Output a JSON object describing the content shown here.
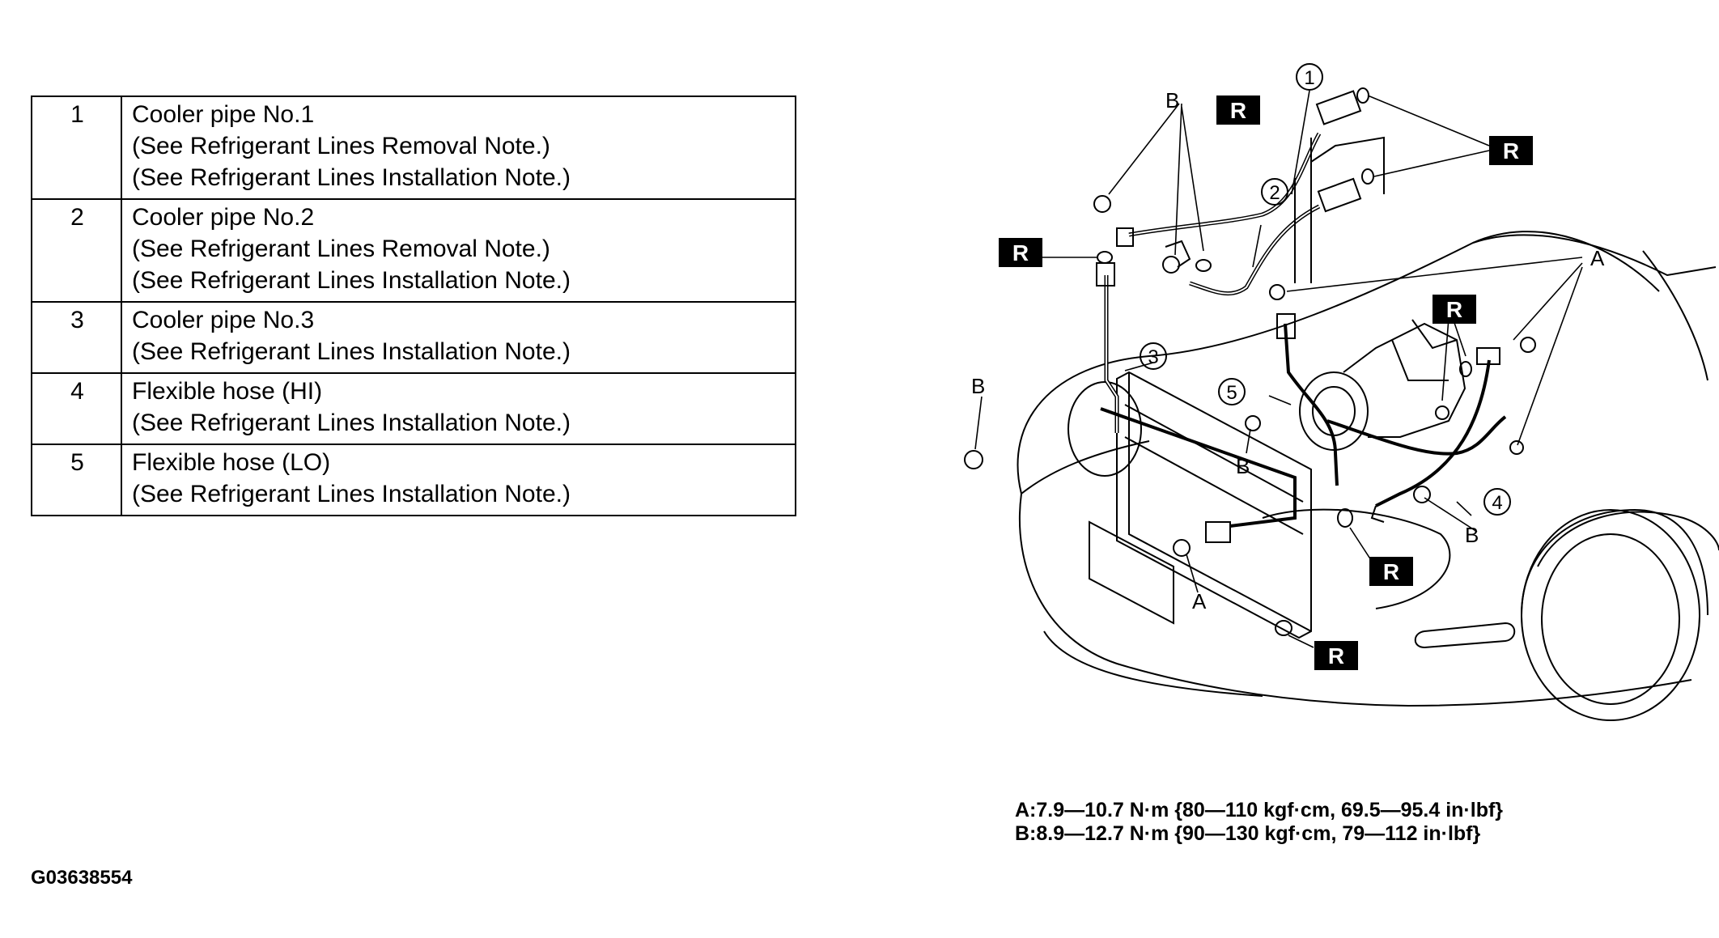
{
  "parts": [
    {
      "num": "1",
      "lines": [
        "Cooler pipe No.1",
        "(See  Refrigerant Lines Removal Note.)",
        "(See  Refrigerant Lines Installation Note.)"
      ]
    },
    {
      "num": "2",
      "lines": [
        "Cooler pipe No.2",
        "(See  Refrigerant Lines Removal Note.)",
        "(See  Refrigerant Lines Installation Note.)"
      ]
    },
    {
      "num": "3",
      "lines": [
        "Cooler pipe No.3",
        "(See  Refrigerant Lines Installation Note.)"
      ]
    },
    {
      "num": "4",
      "lines": [
        "Flexible hose (HI)",
        "(See  Refrigerant Lines Installation Note.)"
      ]
    },
    {
      "num": "5",
      "lines": [
        "Flexible hose (LO)",
        "(See Refrigerant Lines Installation Note.)"
      ]
    }
  ],
  "diagram": {
    "callouts": [
      "1",
      "2",
      "3",
      "4",
      "5"
    ],
    "replace_label": "R",
    "fastener_labels": {
      "a": "A",
      "b": "B"
    }
  },
  "torque": {
    "a": "A:7.9—10.7 N·m {80—110 kgf·cm, 69.5—95.4 in·lbf}",
    "b": "B:8.9—12.7 N·m {90—130 kgf·cm, 79—112 in·lbf}"
  },
  "figure_id": "G03638554"
}
